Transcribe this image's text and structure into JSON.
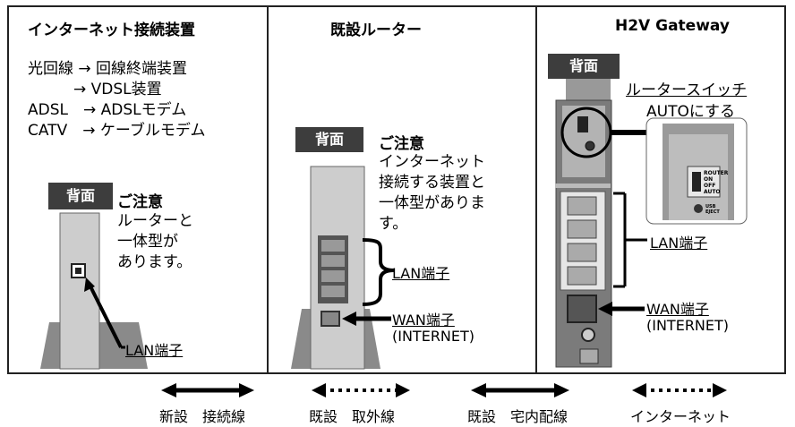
{
  "panels": [
    {
      "title": "インターネット接続装置",
      "lines": [
        "光回線 → 回線終端装置",
        "　　　→ VDSL装置",
        "ADSL　→ ADSLモデム",
        "CATV　→ ケーブルモデム"
      ],
      "badge": "背面",
      "note_title": "ご注意",
      "note_lines": [
        "ルーターと",
        "一体型が",
        "あります。"
      ],
      "port_label": "LAN端子"
    },
    {
      "title": "既設ルーター",
      "badge": "背面",
      "note_title": "ご注意",
      "note_lines": [
        "インターネット",
        "接続する装置と",
        "一体型がありま",
        "す。"
      ],
      "lan_label": "LAN端子",
      "wan_label": "WAN端子",
      "wan_sub": "(INTERNET)"
    },
    {
      "title": "H2V Gateway",
      "badge": "背面",
      "switch_label": "ルータースイッチ",
      "switch_action": "AUTOにする",
      "switch_text": [
        "ROUTER",
        "ON",
        "OFF",
        "AUTO"
      ],
      "usb_text": [
        "USB",
        "EJECT"
      ],
      "lan_label": "LAN端子",
      "wan_label": "WAN端子",
      "wan_sub": "(INTERNET)"
    }
  ],
  "legend": [
    {
      "label": "新設　接続線",
      "style": "solid"
    },
    {
      "label": "既設　取外線",
      "style": "dotted"
    },
    {
      "label": "既設　宅内配線",
      "style": "solid"
    },
    {
      "label": "インターネット",
      "style": "dotted"
    }
  ]
}
